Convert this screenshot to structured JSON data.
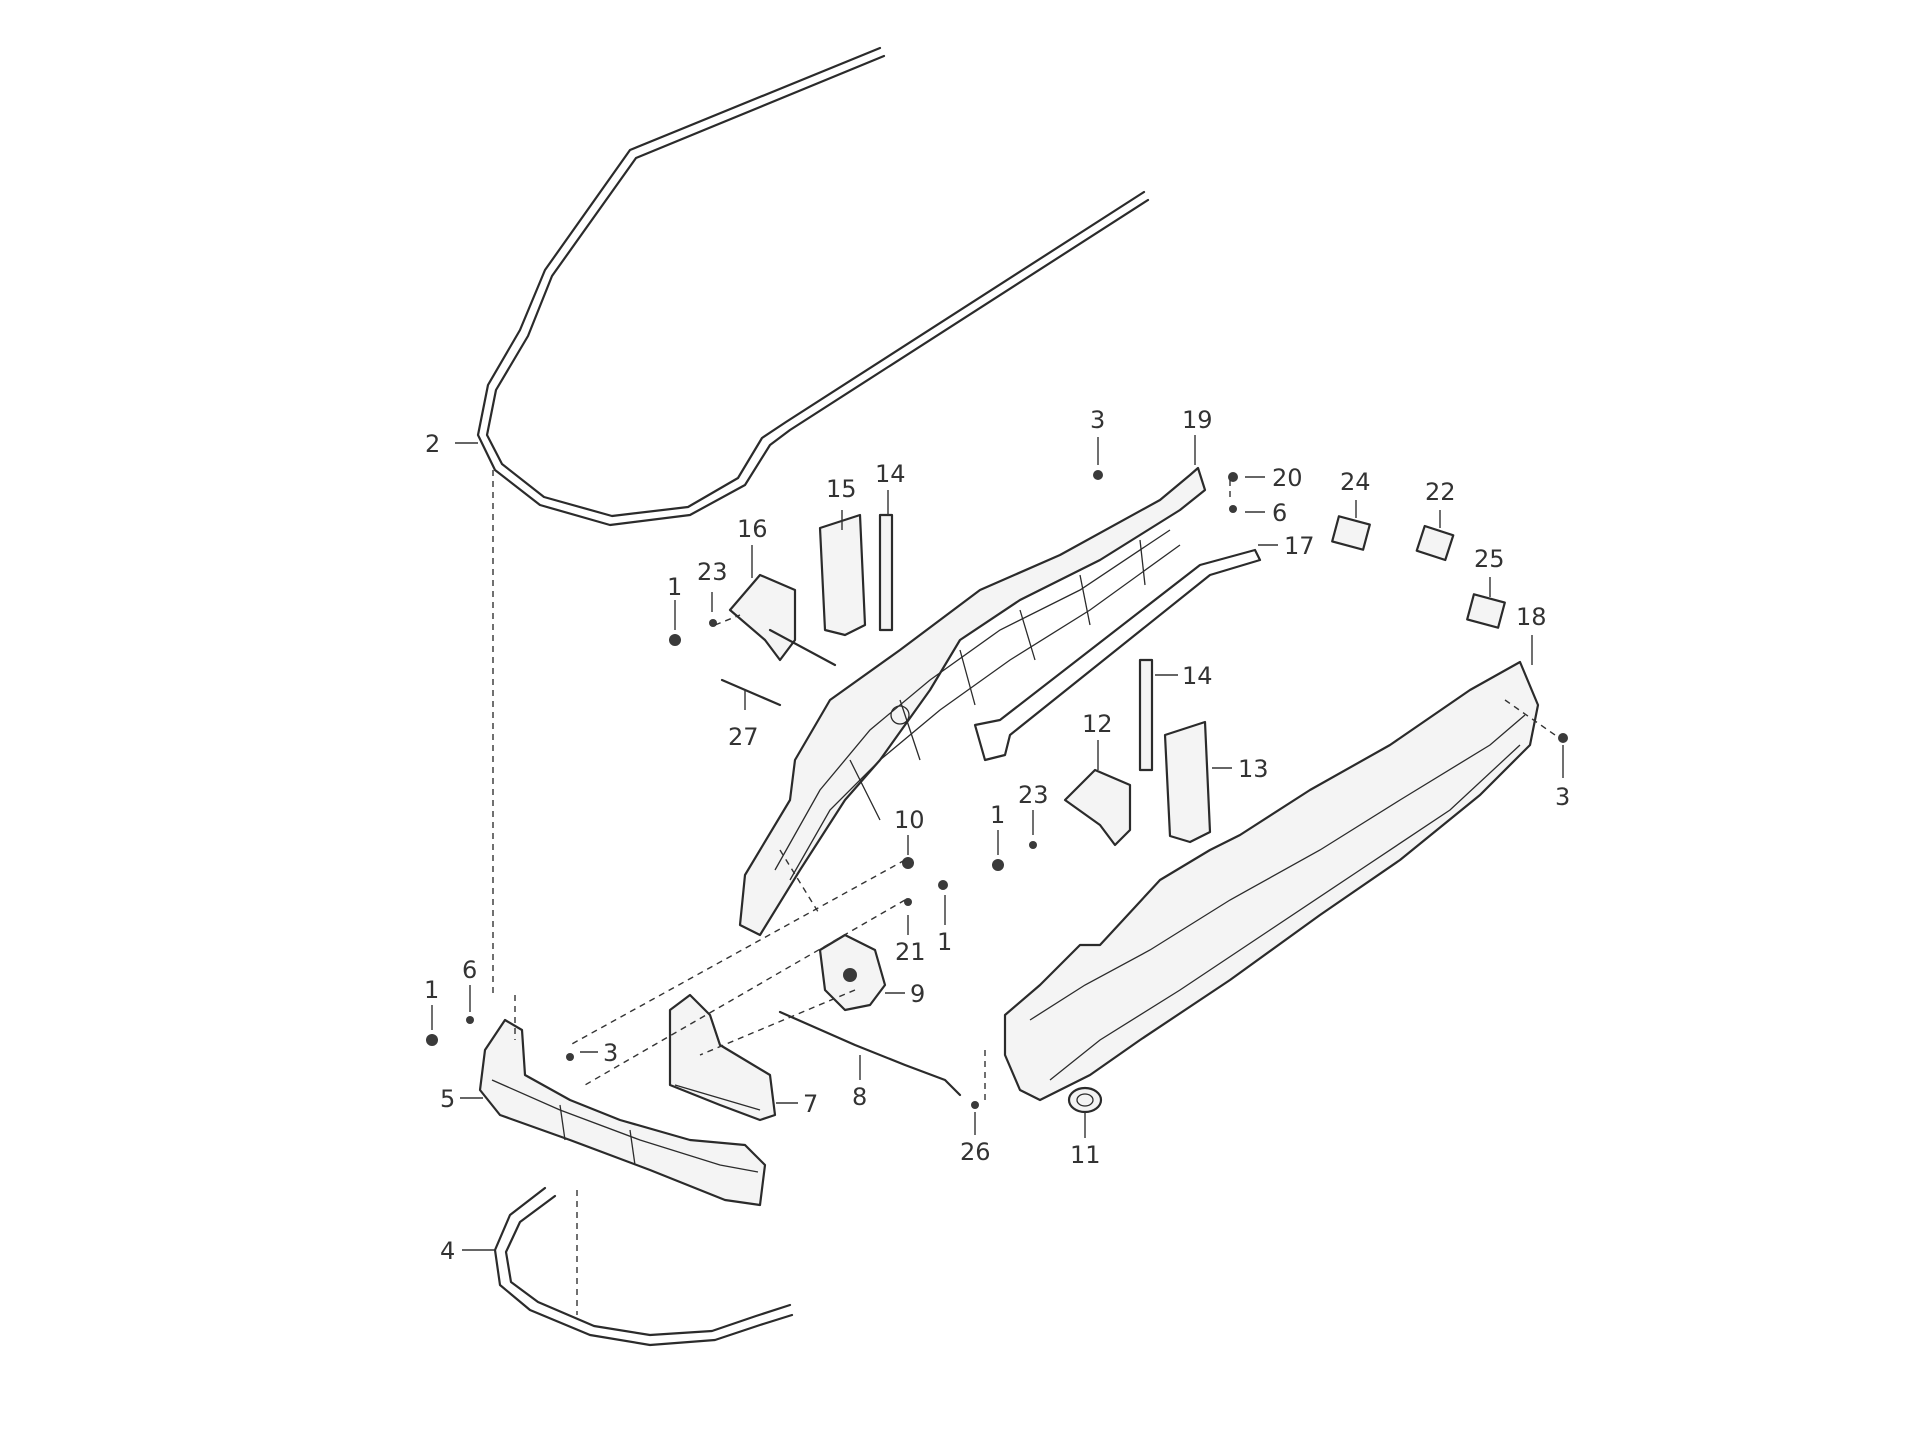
{
  "diagram": {
    "type": "exploded-parts-diagram",
    "callouts": [
      {
        "id": "c-2",
        "label": "2"
      },
      {
        "id": "c-15",
        "label": "15"
      },
      {
        "id": "c-14a",
        "label": "14"
      },
      {
        "id": "c-16",
        "label": "16"
      },
      {
        "id": "c-23a",
        "label": "23"
      },
      {
        "id": "c-1a",
        "label": "1"
      },
      {
        "id": "c-27",
        "label": "27"
      },
      {
        "id": "c-3a",
        "label": "3"
      },
      {
        "id": "c-19",
        "label": "19"
      },
      {
        "id": "c-20",
        "label": "20"
      },
      {
        "id": "c-6a",
        "label": "6"
      },
      {
        "id": "c-17",
        "label": "17"
      },
      {
        "id": "c-24",
        "label": "24"
      },
      {
        "id": "c-22",
        "label": "22"
      },
      {
        "id": "c-25",
        "label": "25"
      },
      {
        "id": "c-18",
        "label": "18"
      },
      {
        "id": "c-3b",
        "label": "3"
      },
      {
        "id": "c-14b",
        "label": "14"
      },
      {
        "id": "c-12",
        "label": "12"
      },
      {
        "id": "c-13",
        "label": "13"
      },
      {
        "id": "c-23b",
        "label": "23"
      },
      {
        "id": "c-1b",
        "label": "1"
      },
      {
        "id": "c-10",
        "label": "10"
      },
      {
        "id": "c-21",
        "label": "21"
      },
      {
        "id": "c-1c",
        "label": "1"
      },
      {
        "id": "c-9",
        "label": "9"
      },
      {
        "id": "c-1d",
        "label": "1"
      },
      {
        "id": "c-6b",
        "label": "6"
      },
      {
        "id": "c-3c",
        "label": "3"
      },
      {
        "id": "c-5",
        "label": "5"
      },
      {
        "id": "c-7",
        "label": "7"
      },
      {
        "id": "c-8",
        "label": "8"
      },
      {
        "id": "c-26",
        "label": "26"
      },
      {
        "id": "c-11",
        "label": "11"
      },
      {
        "id": "c-4",
        "label": "4"
      }
    ]
  }
}
